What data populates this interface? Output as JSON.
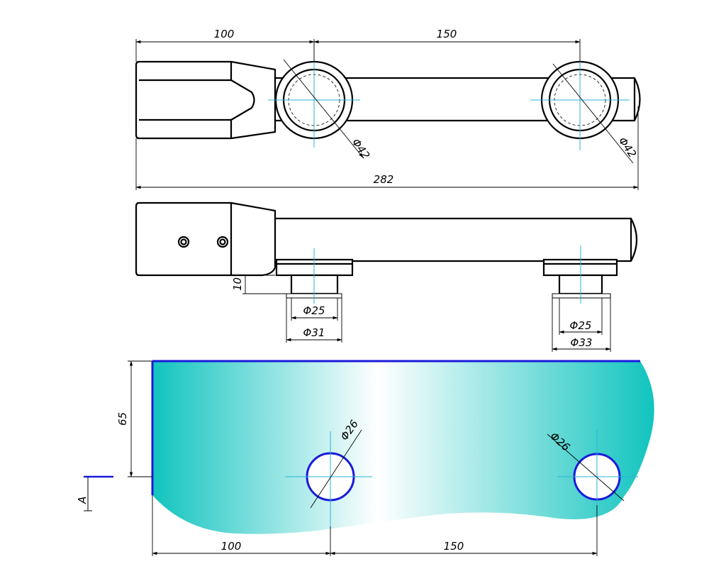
{
  "top_view": {
    "dim_100": "100",
    "dim_150": "150",
    "dim_282": "282",
    "dia_left": "Φ42",
    "dia_right": "Φ42"
  },
  "side_view": {
    "dim_10": "10",
    "left_inner": "Φ25",
    "left_outer": "Φ31",
    "right_inner": "Φ25",
    "right_outer": "Φ33"
  },
  "glass_view": {
    "dim_65": "65",
    "dim_100": "100",
    "dim_150": "150",
    "hole_left": "Φ26",
    "hole_right": "Φ26",
    "section_label": "A",
    "colors": {
      "glass_edge": "#0fc7c0",
      "glass_center": "#ffffff",
      "edge_line": "#1a1adb",
      "hole": "#1a1adb"
    }
  },
  "colors": {
    "centerline": "#2bb3d6"
  }
}
